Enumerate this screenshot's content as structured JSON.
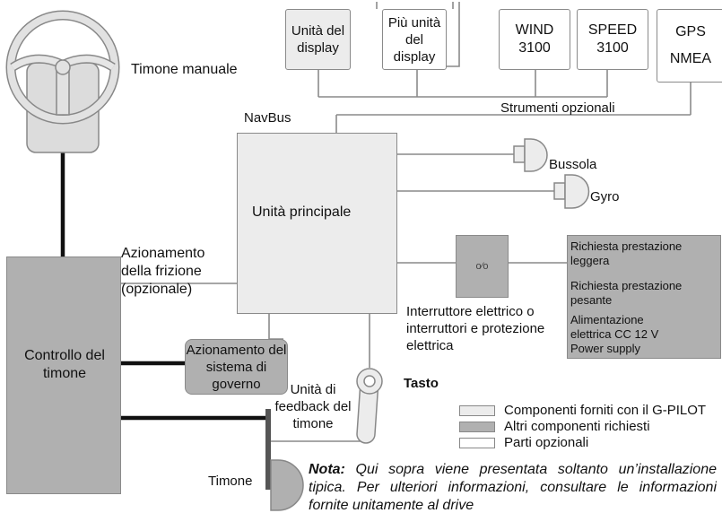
{
  "instruments": {
    "display_unit": "Unità del display",
    "more_displays": "Più unità del display",
    "wind": "WIND 3100",
    "speed": "SPEED 3100",
    "gps": "GPS NMEA",
    "optional_label": "Strumenti opzionali"
  },
  "labels": {
    "manual_helm": "Timone manuale",
    "navbus": "NavBus",
    "main_unit": "Unità principale",
    "compass": "Bussola",
    "gyro": "Gyro",
    "clutch": "Azionamento della frizione (opzionale)",
    "helm_control": "Controllo del timone",
    "drive": "Azionamento del sistema di governo",
    "feedback": "Unità di feedback del timone",
    "rudder": "Timone",
    "switch": "Interruttore elettrico o interruttori e protezione elettrica"
  },
  "power_box": {
    "light": "Richiesta prestazione leggera",
    "heavy": "Richiesta prestazione pesante",
    "supply": "Alimentazione elettrica CC 12 V Power supply"
  },
  "legend": {
    "title": "Tasto",
    "items": [
      {
        "label": "Componenti forniti con il G-PILOT",
        "swatch": "#ececec"
      },
      {
        "label": "Altri componenti richiesti",
        "swatch": "#b0b0b0"
      },
      {
        "label": "Parti opzionali",
        "swatch": "#ffffff"
      }
    ]
  },
  "note": {
    "bold": "Nota:",
    "text": " Qui sopra viene presentata soltanto un’installazione tipica. Per ulteriori informazioni, consultare le informazioni fornite unitamente al drive"
  },
  "colors": {
    "light_fill": "#ececec",
    "dark_fill": "#b0b0b0",
    "line": "#8a8a8a",
    "thick_line": "#111111"
  }
}
